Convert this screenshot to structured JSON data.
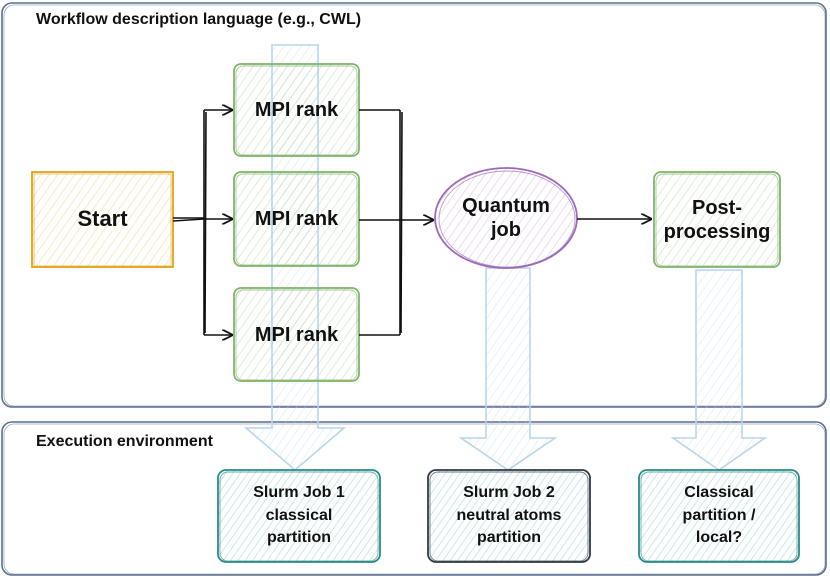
{
  "sections": {
    "workflow_title": "Workflow description language (e.g., CWL)",
    "execution_title": "Execution environment"
  },
  "nodes": {
    "start": "Start",
    "mpi_rank_1": "MPI rank",
    "mpi_rank_2": "MPI rank",
    "mpi_rank_3": "MPI rank",
    "quantum_job": [
      "Quantum",
      "job"
    ],
    "post_processing": [
      "Post-",
      "processing"
    ]
  },
  "jobs": {
    "slurm_job_1": [
      "Slurm Job 1",
      "classical",
      "partition"
    ],
    "slurm_job_2": [
      "Slurm Job 2",
      "neutral atoms",
      "partition"
    ],
    "classical_local": [
      "Classical",
      "partition /",
      "local?"
    ]
  },
  "colors": {
    "frame": "#5a6f8f",
    "start_stroke": "#e0a21a",
    "start_fill": "#fbe3a6",
    "mpi_stroke": "#7fb56a",
    "mpi_fill": "#dcefd2",
    "quantum_stroke": "#9b6bb8",
    "quantum_fill": "#ead8f2",
    "post_stroke": "#7fb56a",
    "post_fill": "#dcefd2",
    "job_teal": "#2a8a86",
    "job_teal_fill": "#bfe6e1",
    "job_dark": "#2e3b47",
    "job_dark_fill": "#d4e6e3",
    "arrow_blue": "#b9d6ec",
    "arrow_blue_fill": "#e5f1fa"
  }
}
